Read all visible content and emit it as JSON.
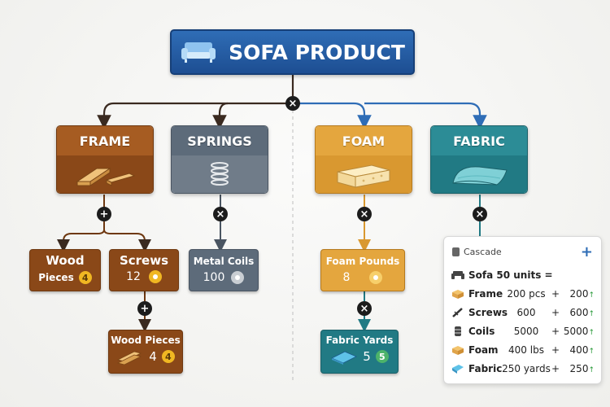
{
  "title": "SOFA PRODUCT",
  "ops": {
    "multiply": "×",
    "add": "+"
  },
  "categories": {
    "frame": "FRAME",
    "springs": "SPRINGS",
    "foam": "FOAM",
    "fabric": "FABRIC"
  },
  "nodes": {
    "wood": {
      "title": "Wood",
      "sub": "Pieces",
      "badge": "4"
    },
    "screws": {
      "title": "Screws",
      "value": "12"
    },
    "metal_coils": {
      "title": "Metal Coils",
      "value": "100"
    },
    "foam_pounds": {
      "title": "Foam Pounds",
      "value": "8"
    },
    "wood_pieces": {
      "title": "Wood Pieces",
      "value": "4",
      "badge": "4"
    },
    "fabric_yards": {
      "title": "Fabric Yards",
      "value": "5",
      "badge": "5"
    }
  },
  "panel": {
    "header": "Cascade",
    "add_icon": "+",
    "summary": "Sofa 50 units =",
    "rows": [
      {
        "name": "Frame",
        "qty": "200 pcs",
        "plus": "+",
        "result": "200",
        "icon": "box-icon"
      },
      {
        "name": "Screws",
        "qty": "600",
        "plus": "+",
        "result": "600",
        "icon": "screw-icon"
      },
      {
        "name": "Coils",
        "qty": "5000",
        "plus": "+",
        "result": "5000",
        "icon": "coil-icon"
      },
      {
        "name": "Foam",
        "qty": "400 lbs",
        "plus": "+",
        "result": "400",
        "icon": "box-icon"
      },
      {
        "name": "Fabric",
        "qty": "250 yards",
        "plus": "+",
        "result": "250",
        "icon": "fabric-icon"
      }
    ],
    "arrow": "↑"
  },
  "colors": {
    "title": "#2563ad",
    "frame": "#a65c22",
    "springs": "#5d6b7a",
    "foam": "#e4a63e",
    "fabric": "#2c8c96"
  }
}
